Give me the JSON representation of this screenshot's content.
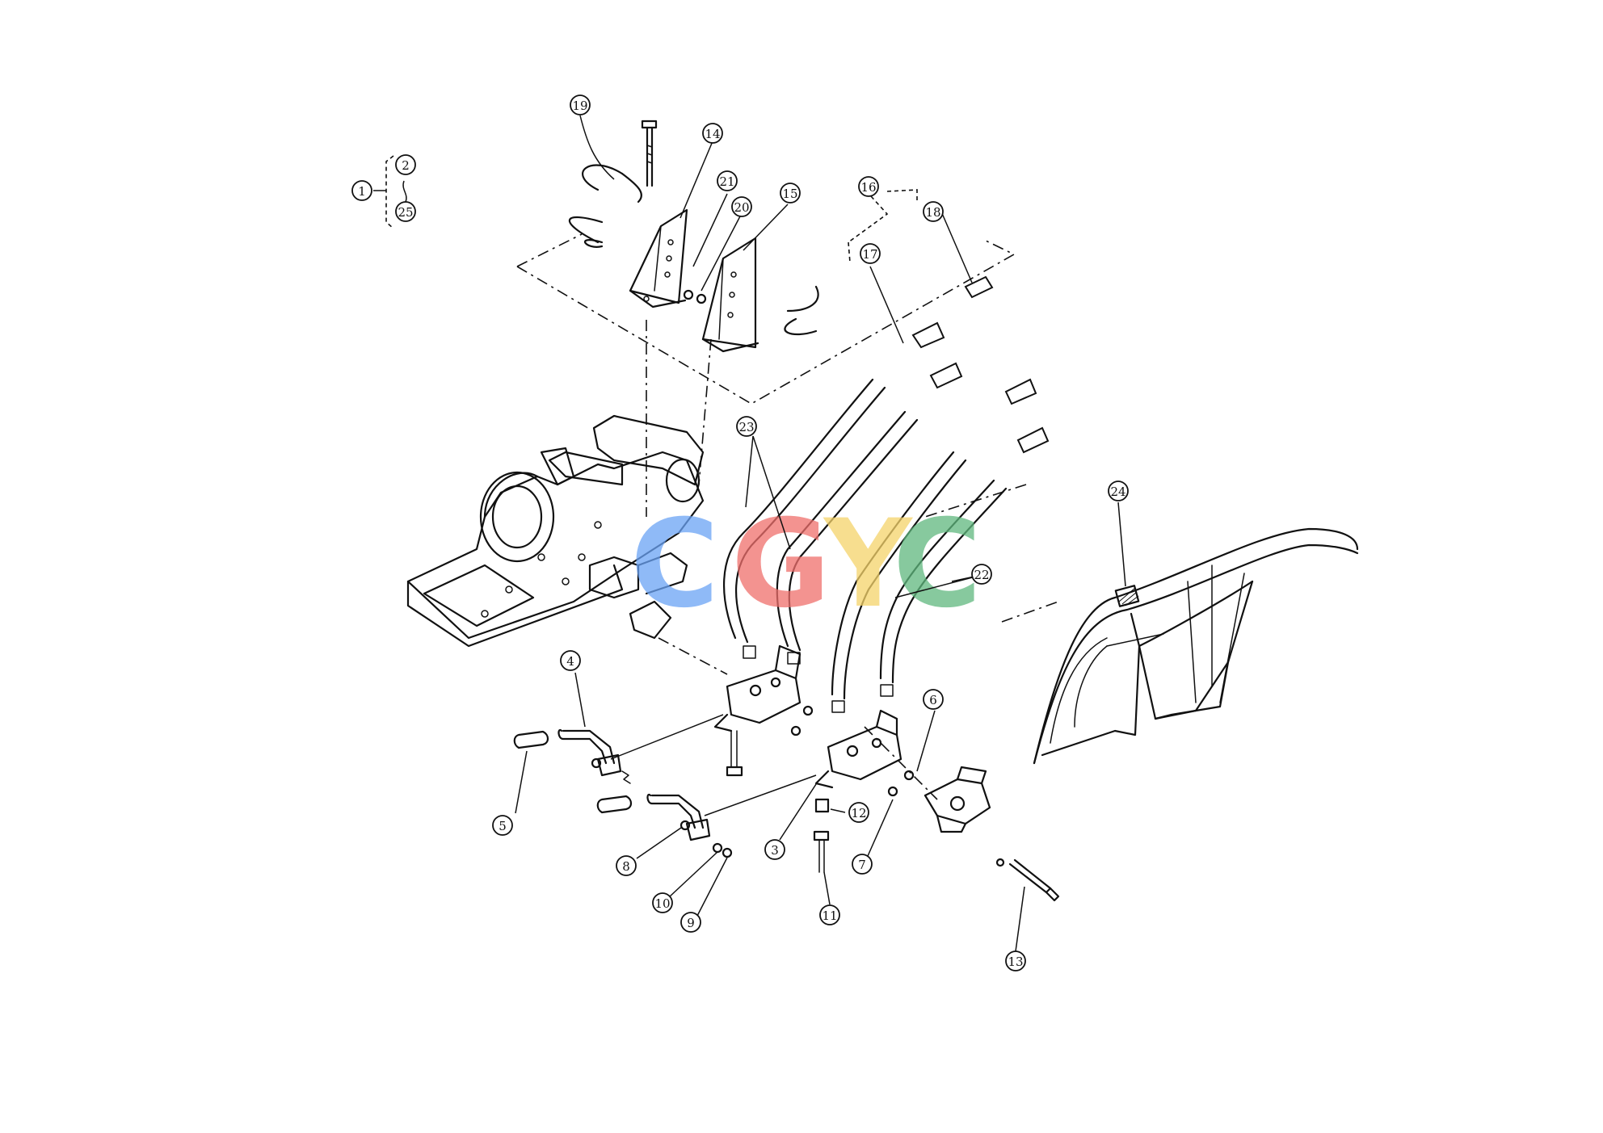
{
  "callouts": [
    {
      "label": "1"
    },
    {
      "label": "2"
    },
    {
      "label": "25"
    },
    {
      "label": "19"
    },
    {
      "label": "14"
    },
    {
      "label": "21"
    },
    {
      "label": "20"
    },
    {
      "label": "15"
    },
    {
      "label": "16"
    },
    {
      "label": "18"
    },
    {
      "label": "17"
    },
    {
      "label": "23"
    },
    {
      "label": "24"
    },
    {
      "label": "22"
    },
    {
      "label": "4"
    },
    {
      "label": "5"
    },
    {
      "label": "6"
    },
    {
      "label": "12"
    },
    {
      "label": "3"
    },
    {
      "label": "7"
    },
    {
      "label": "8"
    },
    {
      "label": "10"
    },
    {
      "label": "9"
    },
    {
      "label": "11"
    },
    {
      "label": "13"
    }
  ],
  "watermark": {
    "letters": [
      "C",
      "G",
      "Y",
      "C"
    ],
    "colors": [
      "#6aa3f5",
      "#ef6f6c",
      "#f5d36a",
      "#5fb87e"
    ]
  }
}
